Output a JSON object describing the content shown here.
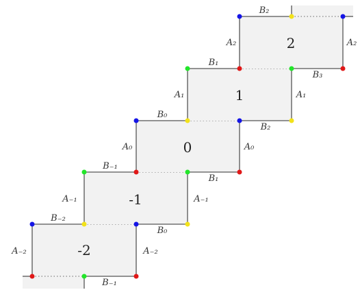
{
  "colors": {
    "blue": "#1515e6",
    "yellow": "#f2e21a",
    "green": "#22e62a",
    "red": "#e01818",
    "panel": "#f2f2f2"
  },
  "panels": [
    {
      "number": "-2",
      "left": "A₋₂",
      "right": "A₋₂",
      "top": "B₋₂",
      "bottom": "B₋₁"
    },
    {
      "number": "-1",
      "left": "A₋₁",
      "right": "A₋₁",
      "top": "B₋₁",
      "bottom": "B₀"
    },
    {
      "number": "0",
      "left": "A₀",
      "right": "A₀",
      "top": "B₀",
      "bottom": "B₁"
    },
    {
      "number": "1",
      "left": "A₁",
      "right": "A₁",
      "top": "B₁",
      "bottom": "B₂"
    },
    {
      "number": "2",
      "left": "A₂",
      "right": "A₂",
      "top": "B₂",
      "bottom": "B₃"
    }
  ]
}
